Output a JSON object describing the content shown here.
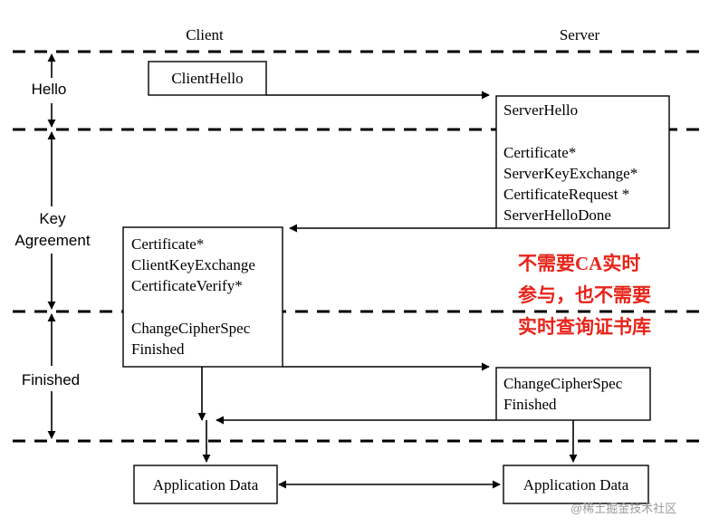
{
  "header": {
    "client": "Client",
    "server": "Server"
  },
  "phases": {
    "hello": "Hello",
    "key_agreement": [
      "Key",
      "Agreement"
    ],
    "finished": "Finished"
  },
  "messages": {
    "client_hello": "ClientHello",
    "server_hello": "ServerHello",
    "server_key": [
      "Certificate*",
      "ServerKeyExchange*",
      "CertificateRequest *",
      "ServerHelloDone"
    ],
    "client_key": [
      "Certificate*",
      "ClientKeyExchange",
      "CertificateVerify*"
    ],
    "client_finish": [
      "ChangeCipherSpec",
      "Finished"
    ],
    "server_finish": [
      "ChangeCipherSpec",
      "Finished"
    ],
    "app_client": "Application Data",
    "app_server": "Application Data"
  },
  "annotation": [
    "不需要CA实时",
    "参与，也不需要",
    "实时查询证书库"
  ],
  "watermark": "@稀土掘金技术社区",
  "colors": {
    "annotation": "#e8241a",
    "lines": "#000000",
    "watermark": "#9a9a9a"
  }
}
